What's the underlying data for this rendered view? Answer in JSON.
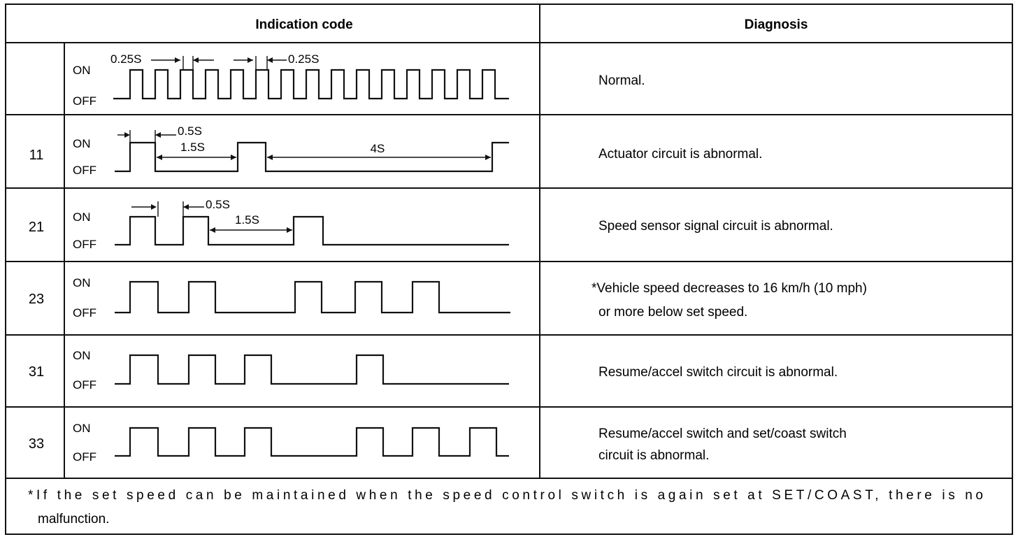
{
  "header": {
    "indication": "Indication code",
    "diagnosis": "Diagnosis"
  },
  "on_label": "ON",
  "off_label": "OFF",
  "rows": [
    {
      "code": "",
      "diagnosis": [
        "Normal."
      ]
    },
    {
      "code": "11",
      "diagnosis": [
        "Actuator circuit is abnormal."
      ]
    },
    {
      "code": "21",
      "diagnosis": [
        "Speed sensor signal circuit is abnormal."
      ]
    },
    {
      "code": "23",
      "diagnosis": [
        "*Vehicle speed decreases to 16 km/h (10 mph)",
        "or more below set speed."
      ]
    },
    {
      "code": "31",
      "diagnosis": [
        "Resume/accel switch circuit is abnormal."
      ]
    },
    {
      "code": "33",
      "diagnosis": [
        "Resume/accel switch and set/coast switch",
        "circuit is abnormal."
      ]
    }
  ],
  "timing": {
    "r0_left": "0.25S",
    "r0_right": "0.25S",
    "r1_on": "0.5S",
    "r1_gap": "1.5S",
    "r1_long": "4S",
    "r2_on": "0.5S",
    "r2_gap": "1.5S"
  },
  "footnote": [
    "*If the set speed can be maintained when the speed control switch is again set at SET/COAST, there is no",
    "malfunction."
  ]
}
